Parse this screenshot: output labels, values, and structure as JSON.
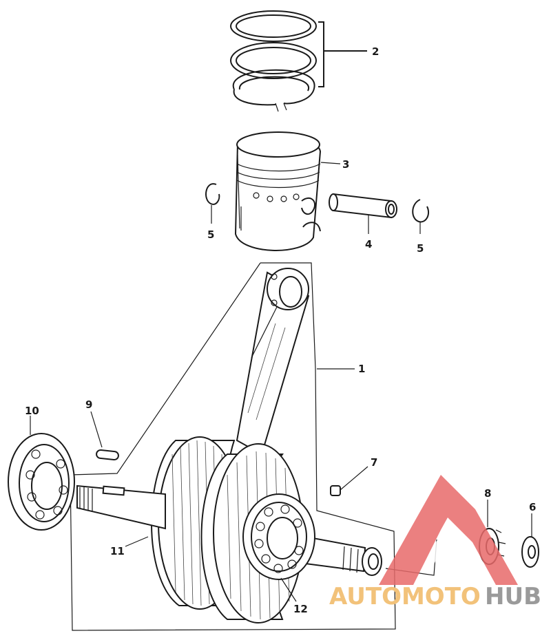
{
  "callouts": {
    "n1": "1",
    "n2": "2",
    "n3": "3",
    "n4": "4",
    "n5_left": "5",
    "n5_right": "5",
    "n6": "6",
    "n7": "7",
    "n8": "8",
    "n9": "9",
    "n10": "10",
    "n11": "11",
    "n12": "12"
  },
  "watermark": {
    "text_part1": "AUTOMOTO",
    "text_part2": "HUB",
    "logo_color": "#e86a6a",
    "accent_color": "#f2c27a",
    "text2_color": "#9a9a9a"
  }
}
